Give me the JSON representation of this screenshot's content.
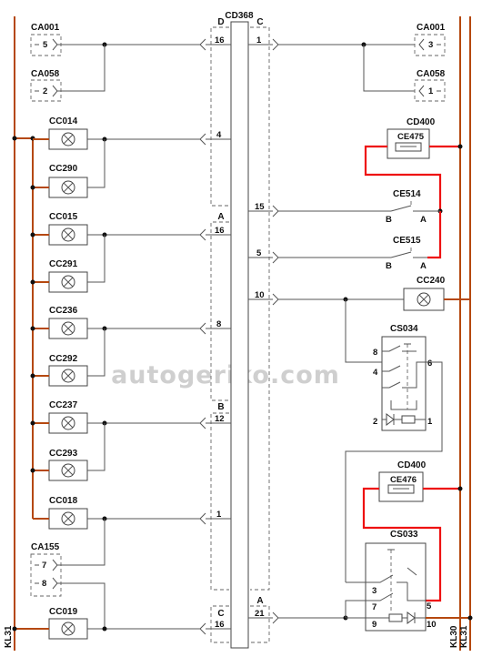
{
  "diagram": {
    "connector_main": {
      "name": "CD368",
      "side_left": "D",
      "side_right": "C"
    },
    "side_labels": {
      "a_top": "A",
      "b": "B",
      "c_left": "C",
      "a_right": "A"
    },
    "ground_left": "KL31",
    "rail_right_1": "KL30",
    "rail_right_2": "KL31",
    "watermark": "autogeriko.com",
    "left_connectors": [
      {
        "name": "CA001",
        "pin": "5"
      },
      {
        "name": "CA058",
        "pin": "2"
      },
      {
        "name": "CA155",
        "pin_a": "7",
        "pin_b": "8"
      }
    ],
    "left_lamps": [
      "CC014",
      "CC290",
      "CC015",
      "CC291",
      "CC236",
      "CC292",
      "CC237",
      "CC293",
      "CC018",
      "CC019"
    ],
    "left_pins": [
      "16",
      "4",
      "16",
      "8",
      "12",
      "1",
      "16"
    ],
    "right_pins": [
      "1",
      "15",
      "5",
      "10",
      "21"
    ],
    "right_connectors": [
      {
        "name": "CA001",
        "pin": "3"
      },
      {
        "name": "CA058",
        "pin": "1"
      }
    ],
    "cd400_top": {
      "name": "CD400",
      "fuse": "CE475"
    },
    "cd400_bottom": {
      "name": "CD400",
      "fuse": "CE476"
    },
    "switch_1": {
      "name": "CE514",
      "b": "B",
      "a": "A"
    },
    "switch_2": {
      "name": "CE515",
      "b": "B",
      "a": "A"
    },
    "lamp_right": "CC240",
    "cs034": {
      "name": "CS034",
      "pins": [
        "8",
        "4",
        "6",
        "2",
        "1"
      ]
    },
    "cs033": {
      "name": "CS033",
      "pins": [
        "3",
        "7",
        "9",
        "5",
        "10"
      ]
    }
  }
}
